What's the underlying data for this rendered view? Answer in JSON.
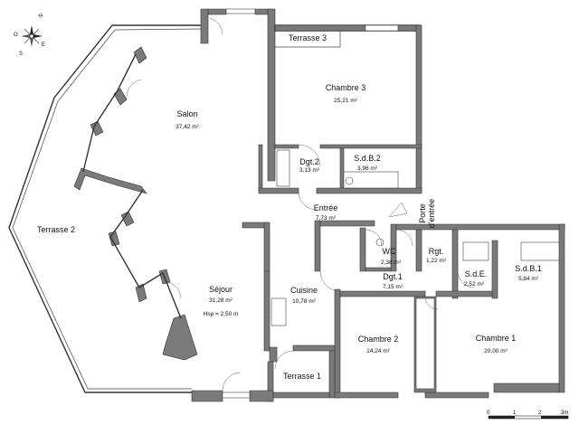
{
  "compass": {
    "north": "N",
    "east": "E",
    "south": "S",
    "west": "O"
  },
  "rooms": {
    "terrasse3": {
      "name": "Terrasse 3"
    },
    "chambre3": {
      "name": "Chambre 3",
      "area": "25,21 m²"
    },
    "salon": {
      "name": "Salon",
      "area": "37,42 m²"
    },
    "dgt2": {
      "name": "Dgt.2",
      "area": "3,13 m²"
    },
    "sdb2": {
      "name": "S.d.B.2",
      "area": "3,98 m²"
    },
    "terrasse2": {
      "name": "Terrasse 2"
    },
    "entree": {
      "name": "Entrée",
      "area": "7,73 m²"
    },
    "wc": {
      "name": "WC",
      "area": "2,38 m²"
    },
    "rgt": {
      "name": "Rgt.",
      "area": "1,22 m²"
    },
    "dgt1": {
      "name": "Dgt.1",
      "area": "7,15 m²"
    },
    "sde": {
      "name": "S.d.E.",
      "area": "2,52 m²"
    },
    "sdb1": {
      "name": "S.d.B.1",
      "area": "5,84 m²"
    },
    "sejour": {
      "name": "Séjour",
      "area": "31,28 m²",
      "hsp": "Hsp = 2,50 m"
    },
    "cuisine": {
      "name": "Cuisine",
      "area": "10,78 m²"
    },
    "chambre2": {
      "name": "Chambre 2",
      "area": "14,24 m²"
    },
    "chambre1": {
      "name": "Chambre 1",
      "area": "20,00 m²"
    },
    "terrasse1": {
      "name": "Terrasse 1"
    }
  },
  "entrance": {
    "line1": "Porte",
    "line2": "d'entrée"
  },
  "scale": {
    "ticks": [
      "0",
      "1",
      "2",
      "3m"
    ]
  }
}
